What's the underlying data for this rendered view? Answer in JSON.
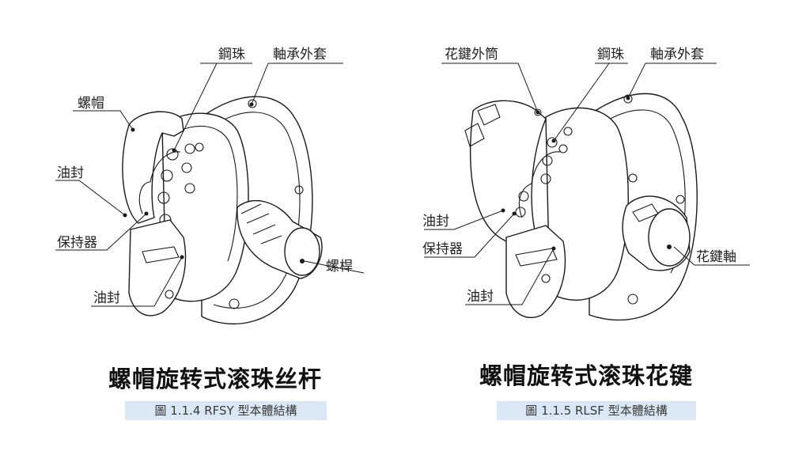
{
  "figures": [
    {
      "title": "螺帽旋转式滚珠丝杆",
      "caption": "圖 1.1.4 RFSY 型本體結構",
      "labels": {
        "steel_ball": "鋼珠",
        "bearing_outer": "軸承外套",
        "nut": "螺帽",
        "oil_seal_upper": "油封",
        "retainer": "保持器",
        "oil_seal_lower": "油封",
        "screw_shaft": "螺桿"
      }
    },
    {
      "title": "螺帽旋转式滚珠花键",
      "caption": "圖 1.1.5 RLSF 型本體結構",
      "labels": {
        "spline_outer": "花鍵外筒",
        "steel_ball": "鋼珠",
        "bearing_outer": "軸承外套",
        "oil_seal_upper": "油封",
        "retainer": "保持器",
        "oil_seal_lower": "油封",
        "spline_shaft": "花鍵軸"
      }
    }
  ]
}
